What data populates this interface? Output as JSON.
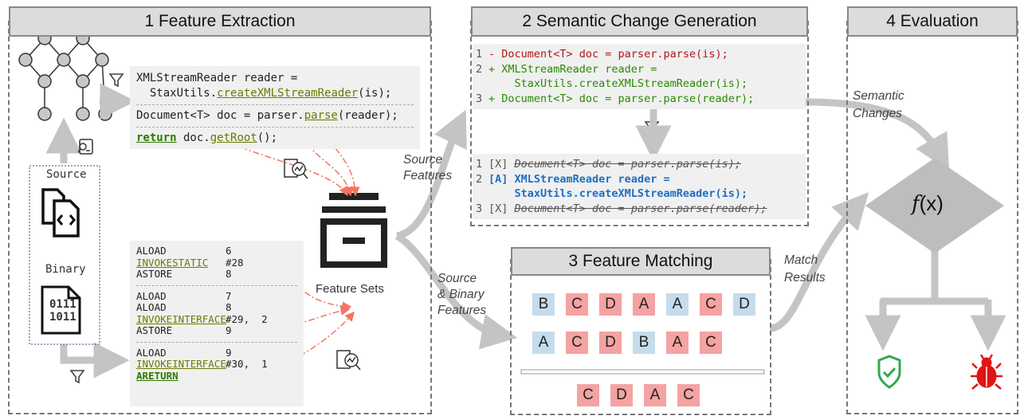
{
  "panels": {
    "p1_title": "1 Feature Extraction",
    "p2_title": "2 Semantic Change Generation",
    "p3_title": "3  Feature Matching",
    "p4_title": "4 Evaluation"
  },
  "labels": {
    "source": "Source",
    "binary": "Binary",
    "binary_digits_1": "0111",
    "binary_digits_2": "1011",
    "feature_sets": "Feature Sets",
    "source_features_1": "Source",
    "source_features_2": "Features",
    "src_bin_1": "Source",
    "src_bin_2": "& Binary",
    "src_bin_3": "Features",
    "semantic_1": "Semantic",
    "semantic_2": "Changes",
    "match_1": "Match",
    "match_2": "Results",
    "fx_f": "f",
    "fx_x": "(x)"
  },
  "source_code": {
    "l1a": "XMLStreamReader reader =",
    "l1b_pre": "  StaxUtils.",
    "l1b_fn": "createXMLStreamReader",
    "l1b_post": "(is);",
    "l2_pre": "Document<T> doc = parser.",
    "l2_fn": "parse",
    "l2_post": "(reader);",
    "l3_kw": "return",
    "l3_pre": " doc.",
    "l3_fn": "getRoot",
    "l3_post": "();"
  },
  "bytecode": [
    [
      {
        "op": "ALOAD",
        "arg": "6",
        "fn": false,
        "kw": false
      },
      {
        "op": "INVOKESTATIC",
        "arg": "#28",
        "fn": true,
        "kw": false
      },
      {
        "op": "ASTORE",
        "arg": "8",
        "fn": false,
        "kw": false
      }
    ],
    [
      {
        "op": "ALOAD",
        "arg": "7",
        "fn": false,
        "kw": false
      },
      {
        "op": "ALOAD",
        "arg": "8",
        "fn": false,
        "kw": false
      },
      {
        "op": "INVOKEINTERFACE",
        "arg": "#29,  2",
        "fn": true,
        "kw": false
      },
      {
        "op": "ASTORE",
        "arg": "9",
        "fn": false,
        "kw": false
      }
    ],
    [
      {
        "op": "ALOAD",
        "arg": "9",
        "fn": false,
        "kw": false
      },
      {
        "op": "INVOKEINTERFACE",
        "arg": "#30,  1",
        "fn": true,
        "kw": false
      },
      {
        "op": "ARETURN",
        "arg": "",
        "fn": false,
        "kw": true
      }
    ]
  ],
  "diff_code": {
    "n1": "1",
    "l1": "- Document<T> doc = parser.parse(is);",
    "n2": "2",
    "l2a": "+ XMLStreamReader reader =",
    "l2b": "    StaxUtils.createXMLStreamReader(is);",
    "n3": "3",
    "l3": "+ Document<T> doc = parser.parse(reader);"
  },
  "semantic_code": {
    "n1": "1",
    "t1": "[X] ",
    "l1": "Document<T> doc = parser.parse(is);",
    "n2": "2",
    "t2": "[A] ",
    "l2a": "XMLStreamReader reader =",
    "l2b": "    StaxUtils.createXMLStreamReader(is);",
    "n3": "3",
    "t3": "[X] ",
    "l3": "Document<T> doc = parser.parse(reader);"
  },
  "matching": {
    "row1": [
      {
        "t": "B",
        "c": "b"
      },
      {
        "t": "C",
        "c": "r"
      },
      {
        "t": "D",
        "c": "r"
      },
      {
        "t": "A",
        "c": "r"
      },
      {
        "t": "A",
        "c": "b"
      },
      {
        "t": "C",
        "c": "r"
      },
      {
        "t": "D",
        "c": "b"
      }
    ],
    "row2": [
      {
        "t": "A",
        "c": "b"
      },
      {
        "t": "C",
        "c": "r"
      },
      {
        "t": "D",
        "c": "r"
      },
      {
        "t": "B",
        "c": "b"
      },
      {
        "t": "A",
        "c": "r"
      },
      {
        "t": "C",
        "c": "r"
      }
    ],
    "result": [
      {
        "t": "C",
        "c": "r"
      },
      {
        "t": "D",
        "c": "r"
      },
      {
        "t": "A",
        "c": "r"
      },
      {
        "t": "C",
        "c": "r"
      }
    ]
  },
  "colors": {
    "accent_red": "#f47460",
    "shield_green": "#2faa4c",
    "bug_red": "#e01414",
    "arrow_gray": "#c4c4c4"
  }
}
